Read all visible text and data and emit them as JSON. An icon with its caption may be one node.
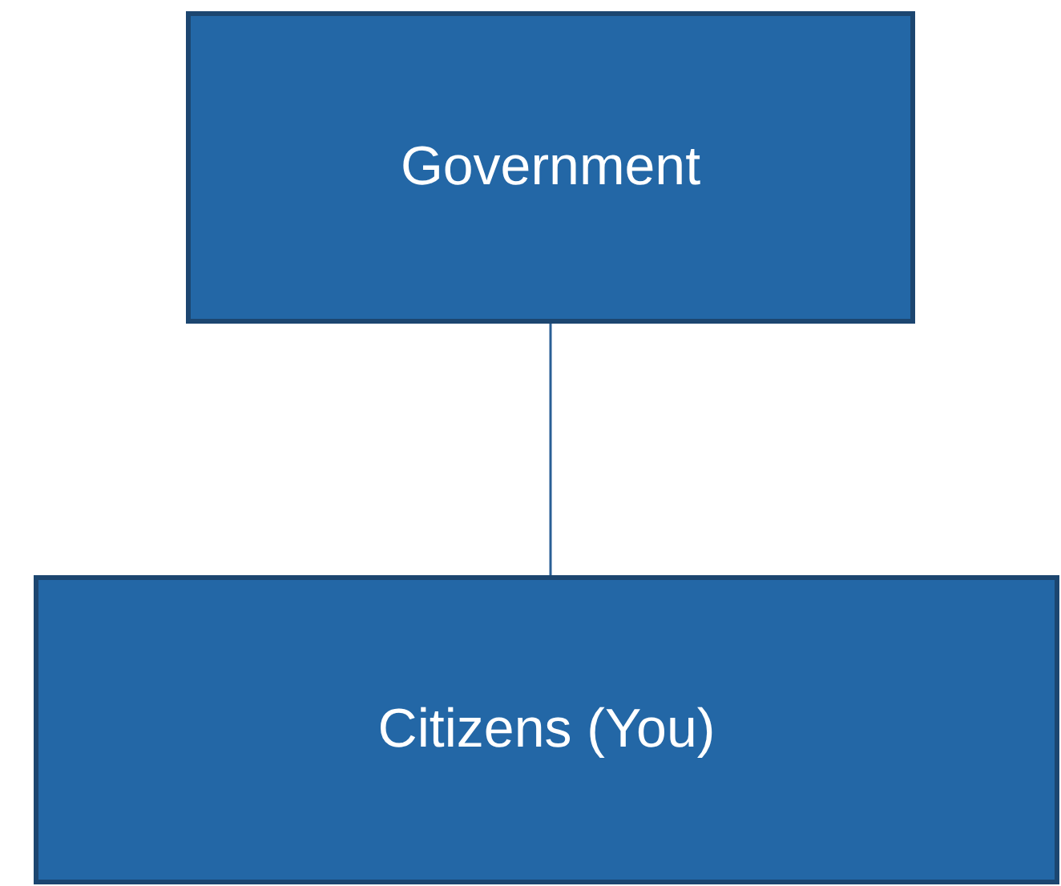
{
  "diagram": {
    "nodes": [
      {
        "text": [
          "Government"
        ]
      },
      {
        "text": [
          "Citizens (You)"
        ]
      }
    ],
    "edges": [
      {
        "from": 0,
        "to": 1,
        "arrow": "none"
      }
    ]
  }
}
